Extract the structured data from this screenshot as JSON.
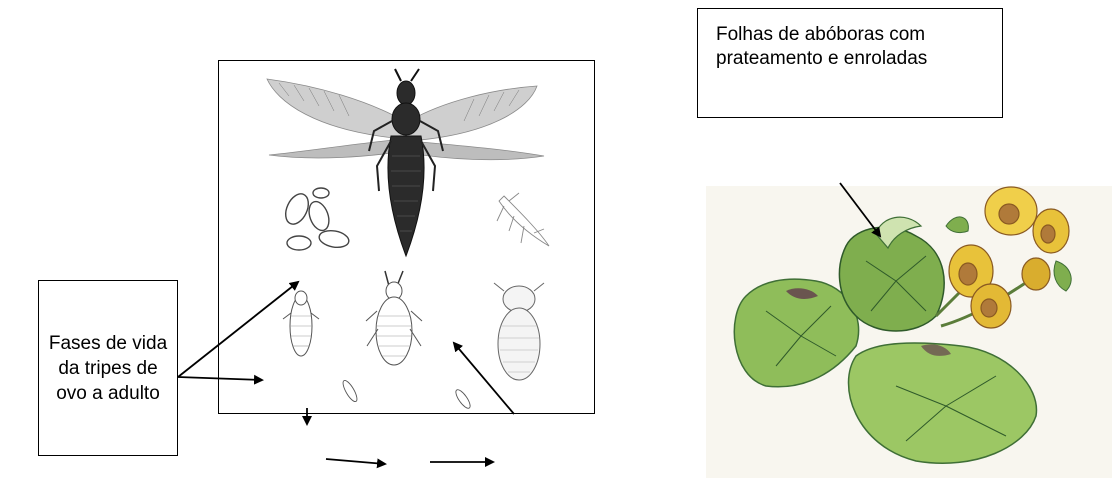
{
  "captions": {
    "life_stages": "Fases de vida da tripes de ovo a adulto",
    "leaves": "Folhas de abóboras com prateamento e enroladas"
  },
  "colors": {
    "ink": "#000000",
    "insect_body": "#2b2b2b",
    "wing": "#9a9a9a",
    "leaf_green": "#7fae4e",
    "leaf_dark": "#3f6f36",
    "flower_yellow": "#e8c23a",
    "flower_brown": "#b07a3a",
    "background_paper": "#f8f6ef"
  },
  "icons": [
    "adult-thrips-drawing",
    "eggs-drawing",
    "larva-drawing",
    "pupa-drawing",
    "pumpkin-plant-drawing"
  ]
}
